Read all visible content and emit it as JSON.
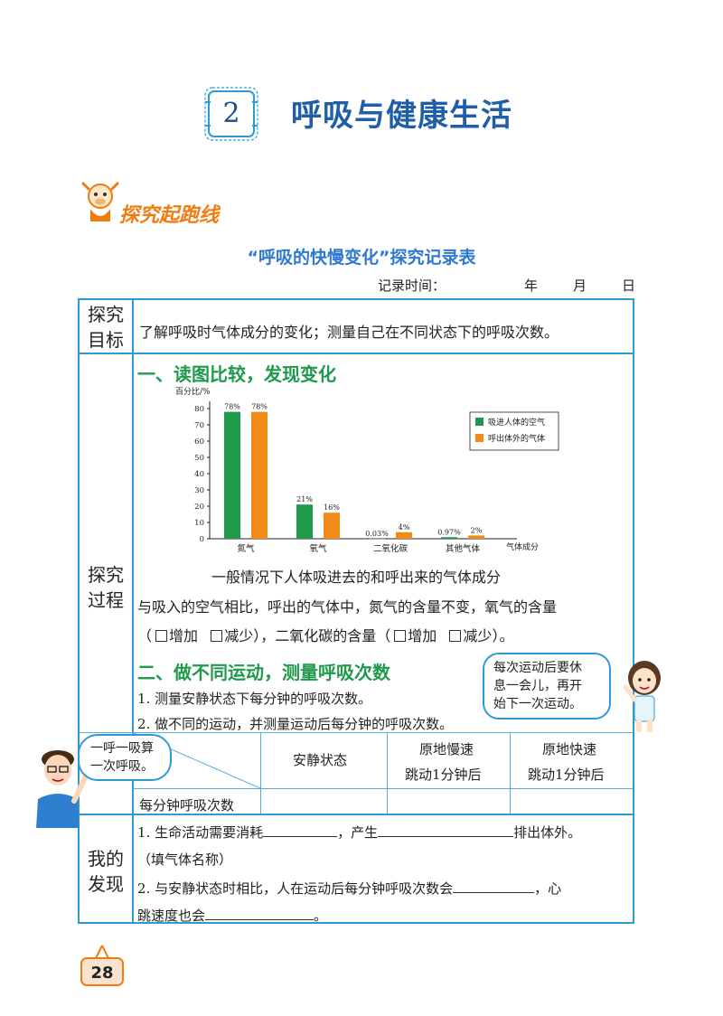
{
  "chapter": {
    "number": "2",
    "title": "呼吸与健康生活"
  },
  "section_label": "探究起跑线",
  "table_title": "“呼吸的快慢变化”探究记录表",
  "record_date": {
    "label": "记录时间：",
    "year": "年",
    "month": "月",
    "day": "日"
  },
  "goal": {
    "head_1": "探究",
    "head_2": "目标",
    "text": "了解呼吸时气体成分的变化；测量自己在不同状态下的呼吸次数。"
  },
  "process": {
    "head_1": "探究",
    "head_2": "过程",
    "part1_title": "一、读图比较，发现变化",
    "chart_caption": "一般情况下人体吸进去的和呼出来的气体成分",
    "compare_line1": "与吸入的空气相比，呼出的气体中，氮气的含量不变，氧气的含量",
    "compare_line2_a": "（",
    "opt_increase": "增加",
    "opt_decrease": "减少",
    "compare_line2_b": "），二氧化碳的含量（",
    "compare_line2_c": "）。",
    "part2_title": "二、做不同运动，测量呼吸次数",
    "step1": "1.  测量安静状态下每分钟的呼吸次数。",
    "step2": "2.  做不同的运动，并测量运动后每分钟的呼吸次数。",
    "bubble_girl": [
      "每次运动后要休",
      "息一会儿，再开",
      "始下一次运动。"
    ],
    "bubble_boy": [
      "一呼一吸算",
      "一次呼吸。"
    ],
    "table_cols": [
      "安静状态",
      "原地慢速",
      "跳动1分钟后",
      "原地快速",
      "跳动1分钟后"
    ],
    "table_row_label": "每分钟呼吸次数"
  },
  "findings": {
    "head_1": "我的",
    "head_2": "发现",
    "line1_a": "1.  生命活动需要消耗",
    "line1_b": "，产生",
    "line1_c": "排出体外。",
    "line2": "（填气体名称）",
    "line3_a": "2.  与安静状态时相比，人在运动后每分钟呼吸次数会",
    "line3_b": "，心",
    "line4_a": "跳速度也会",
    "line4_b": "。"
  },
  "page_number": "28",
  "chart_data": {
    "type": "bar",
    "ylabel": "百分比/%",
    "xlabel": "气体成分",
    "ylim": [
      0,
      80
    ],
    "yticks": [
      0,
      10,
      20,
      30,
      40,
      50,
      60,
      70,
      80
    ],
    "categories": [
      "氮气",
      "氧气",
      "二氧化碳",
      "其他气体"
    ],
    "series": [
      {
        "name": "吸进人体的空气",
        "color": "#1f9a4c",
        "values": [
          78,
          21,
          0.03,
          0.97
        ],
        "labels": [
          "78%",
          "21%",
          "0.03%",
          "0.97%"
        ]
      },
      {
        "name": "呼出体外的气体",
        "color": "#f08a1a",
        "values": [
          78,
          16,
          4,
          2
        ],
        "labels": [
          "78%",
          "16%",
          "4%",
          "2%"
        ]
      }
    ],
    "legend": "top-right"
  }
}
